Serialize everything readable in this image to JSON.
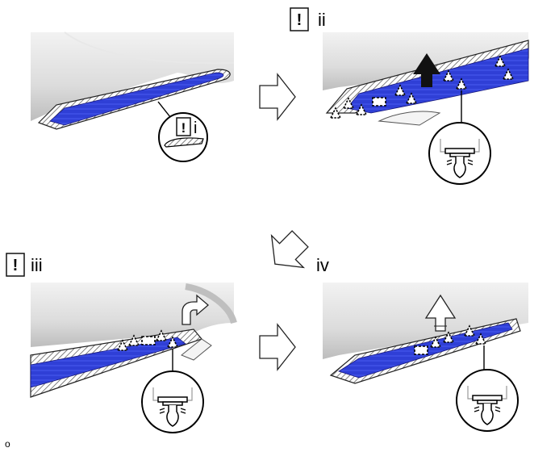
{
  "steps": [
    {
      "id": "step-1",
      "caution_symbol": "!",
      "label": "i"
    },
    {
      "id": "step-2",
      "caution_symbol": "!",
      "label": "ii"
    },
    {
      "id": "step-3",
      "caution_symbol": "!",
      "label": "iii"
    },
    {
      "id": "step-4",
      "label": "iv"
    }
  ],
  "figure_code": "o",
  "icons": {
    "flow_arrow": "hollow-arrow-icon",
    "pull_arrow": "pull-up-arrow-icon",
    "clip": "clip-icon",
    "claw": "claw-icon",
    "caution": "caution-icon"
  },
  "colors": {
    "step_blue": "#2f3fd6",
    "car_gray": "#d9d9d9",
    "hatch": "#666666"
  }
}
